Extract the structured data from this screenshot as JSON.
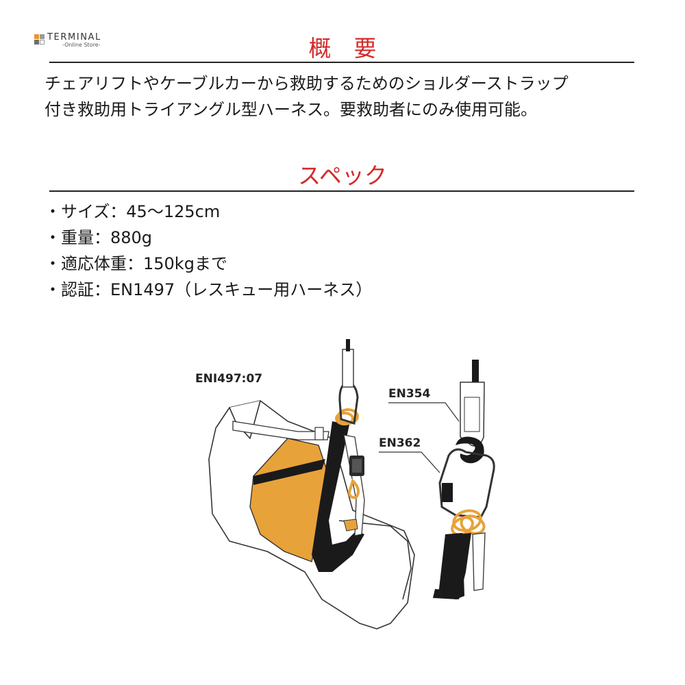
{
  "logo": {
    "word": "TERMINAL",
    "sub": "-Online Store-"
  },
  "overview": {
    "title": "概　要",
    "lines": [
      "チェアリフトやケーブルカーから救助するためのショルダーストラップ",
      "付き救助用トライアングル型ハーネス。要救助者にのみ使用可能。"
    ]
  },
  "spec": {
    "title": "スペック",
    "items": [
      "・サイズ：45〜125cm",
      "・重量：880g",
      "・適応体重：150kgまで",
      "・認証：EN1497（レスキュー用ハーネス）"
    ]
  },
  "illustration": {
    "labels": {
      "harness_standard": "ENI497:07",
      "sling_standard": "EN354",
      "connector_standard": "EN362"
    },
    "colors": {
      "harness_orange": "#e8a23a",
      "strap_black": "#1a1a1a"
    }
  }
}
